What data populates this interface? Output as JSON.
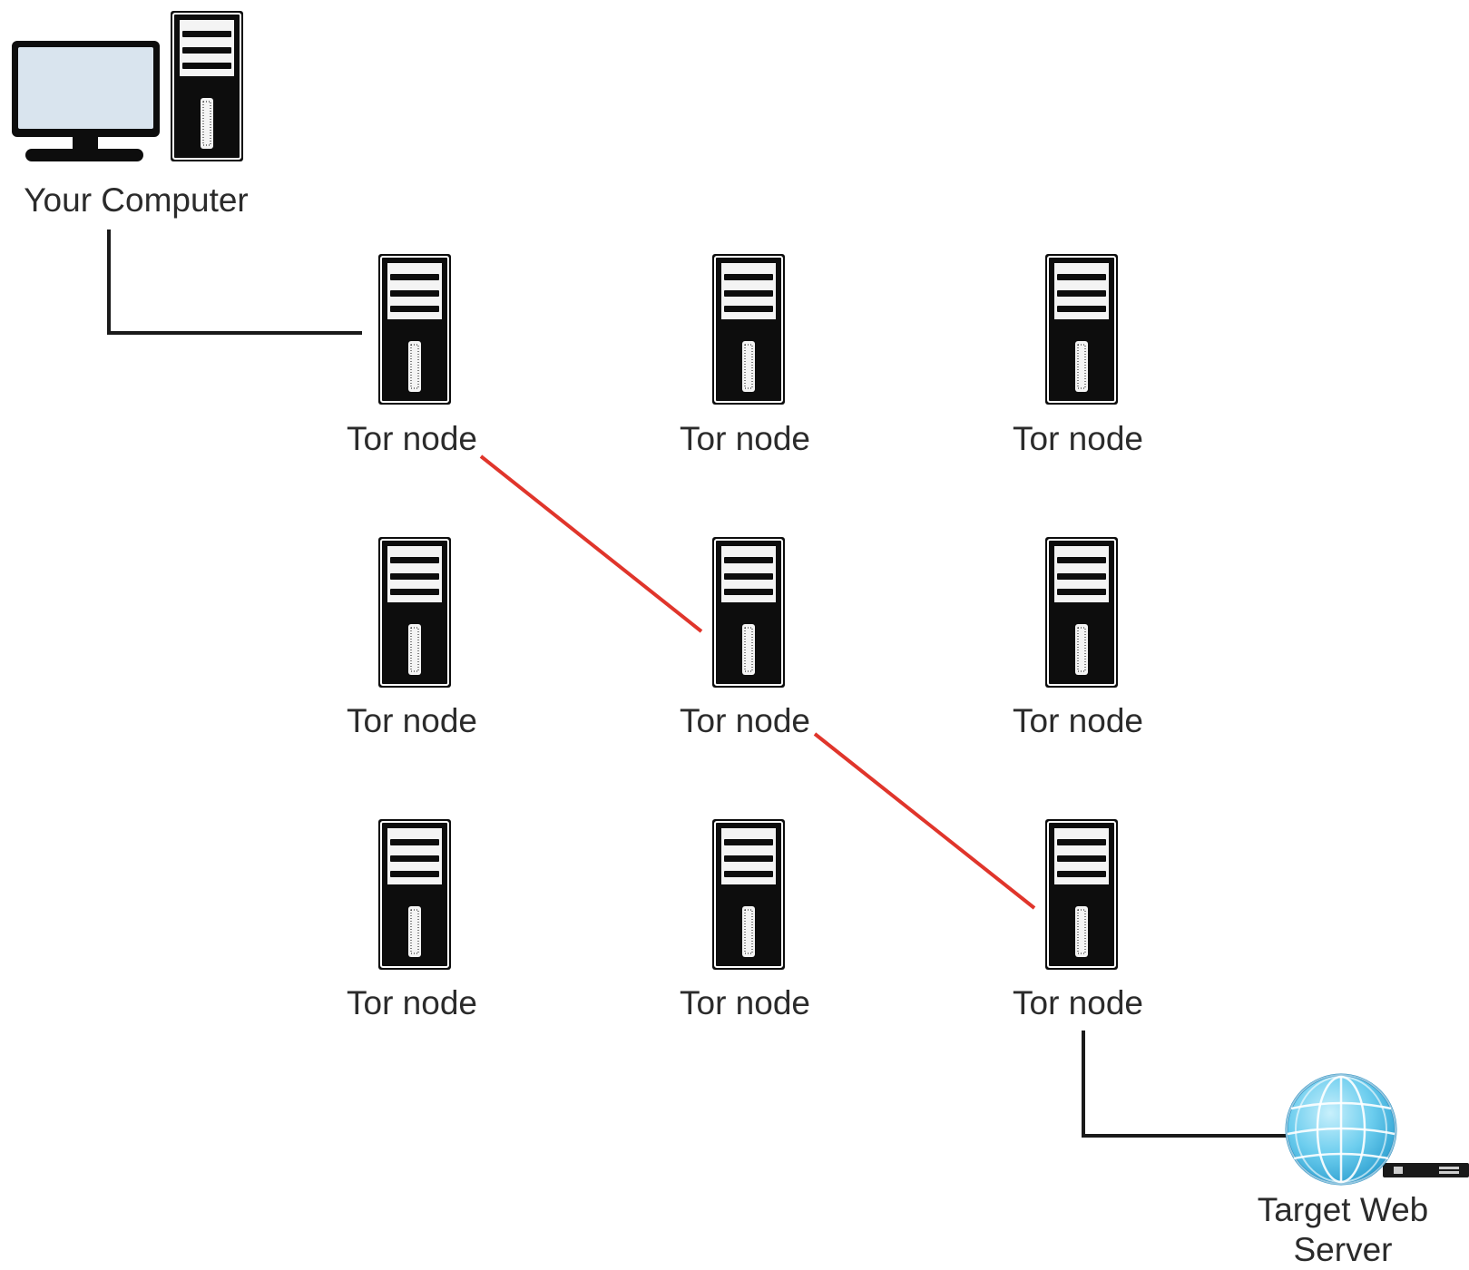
{
  "computer": {
    "label": "Your Computer",
    "icon": "desktop-computer-icon"
  },
  "tor_nodes": [
    {
      "label": "Tor node",
      "row": 1,
      "col": 1,
      "in_circuit": true,
      "circuit_role": "entry"
    },
    {
      "label": "Tor node",
      "row": 1,
      "col": 2,
      "in_circuit": false
    },
    {
      "label": "Tor node",
      "row": 1,
      "col": 3,
      "in_circuit": false
    },
    {
      "label": "Tor node",
      "row": 2,
      "col": 1,
      "in_circuit": false
    },
    {
      "label": "Tor node",
      "row": 2,
      "col": 2,
      "in_circuit": true,
      "circuit_role": "middle"
    },
    {
      "label": "Tor node",
      "row": 2,
      "col": 3,
      "in_circuit": false
    },
    {
      "label": "Tor node",
      "row": 3,
      "col": 1,
      "in_circuit": false
    },
    {
      "label": "Tor node",
      "row": 3,
      "col": 2,
      "in_circuit": false
    },
    {
      "label": "Tor node",
      "row": 3,
      "col": 3,
      "in_circuit": true,
      "circuit_role": "exit"
    }
  ],
  "target": {
    "label_line1": "Target Web",
    "label_line2": "Server",
    "icon": "globe-server-icon"
  },
  "connections": [
    {
      "from": "computer",
      "to": "node-1-1",
      "kind": "plain",
      "color": "#1a1a1a"
    },
    {
      "from": "node-1-1",
      "to": "node-2-2",
      "kind": "tor-circuit",
      "color": "#e0352b"
    },
    {
      "from": "node-2-2",
      "to": "node-3-3",
      "kind": "tor-circuit",
      "color": "#e0352b"
    },
    {
      "from": "node-3-3",
      "to": "target",
      "kind": "plain",
      "color": "#1a1a1a"
    }
  ],
  "colors": {
    "tower_body": "#0d0d0d",
    "tower_bay": "#f2f2f2",
    "monitor_screen": "#d9e4ee",
    "circuit": "#e0352b",
    "globe": "#5cc7ec"
  }
}
